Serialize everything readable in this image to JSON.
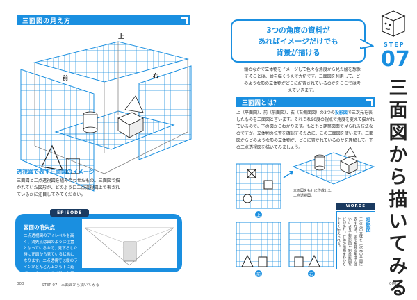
{
  "left": {
    "header": "三面図の見え方",
    "cube_label_top": "上",
    "cube_label_front": "前",
    "cube_label_right": "右",
    "caption_title": "透視図で表す三面図のイメージ",
    "caption_body": "三面図と二点透視図を組み合わせたもの。三面図で描かれていた図形が、どのように二点透視図上で表されているかに注目してみてください。",
    "episode_tag": "EPISODE",
    "episode_title": "図面の消失点",
    "episode_body": "二点透視図のアイレベルを高く、消失点は図のように位置となっているので、見下ろした時に正面から見ている状態になります。二点透視では縦のラインがどんどん上から下に延び、左右に、大きく引いた状態で表します。",
    "page_num": "000",
    "running_head": "STEP 07　三面図から描いてみる"
  },
  "right": {
    "bubble_line1": "3つの角度の資料が",
    "bubble_line2": "あればイメージだけでも",
    "bubble_line3": "背景が描ける",
    "intro": "頭のなかで立体物をイメージして色々な角度から見た絵を想像することは、絵を描くうえで大切です。三面図を利用して、どのような形の立体物がどこに配置されているのかをここでは考えていきます。",
    "step_label": "STEP",
    "step_num": "07",
    "title_chars": [
      "三",
      "面",
      "図",
      "か",
      "ら",
      "描",
      "い",
      "て",
      "み",
      "る"
    ],
    "section_title": "三面図とは？",
    "body_pre": "上（平面図）、前（前面図）、右（右側面図）の3つの",
    "body_hl": "投影図",
    "body_post": "で三次元を表したものを三面図と言います。それぞれ90度の視点で角度を変えて描かれているので、下の図からわかります。もともと建築図面で見られる技法なのですが、立体物の位置を確認するために、この三面図を使います。三面図からどのような形の立体物が、どこに置かれているのかを理解して、下の二点透視図を描いてみましょう。",
    "note": "三面図をもとに作成した二点透視図。",
    "label_top": "上",
    "label_front": "前",
    "label_right": "右",
    "words_tag": "WORDS",
    "words_title": "投影図",
    "words_body": "三次元の立体を二次元の平面に表す方法。図形を見る角度の違いにより正投影図や斜投影図などがあり、立体の情報をわかりやすく伝えられる。",
    "page_num": "000"
  },
  "colors": {
    "accent": "#1a8fe0",
    "dark": "#1a3a60"
  }
}
